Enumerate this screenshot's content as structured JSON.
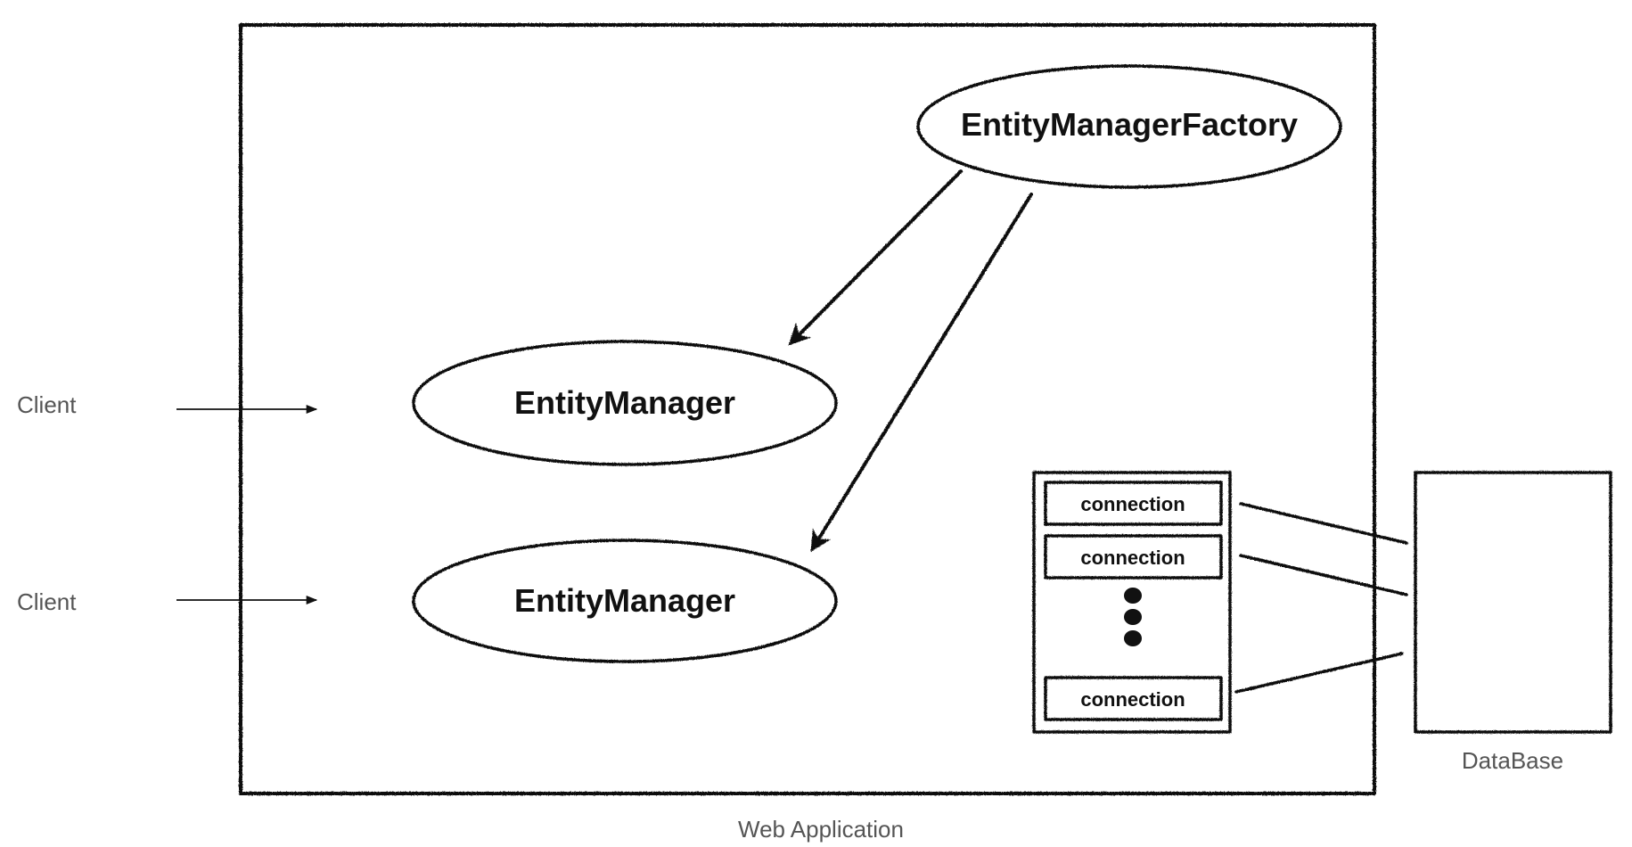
{
  "labels": {
    "web_application": "Web Application",
    "database": "DataBase",
    "client_1": "Client",
    "client_2": "Client"
  },
  "nodes": {
    "factory": "EntityManagerFactory",
    "manager_1": "EntityManager",
    "manager_2": "EntityManager"
  },
  "connection_pool": {
    "connections": [
      "connection",
      "connection",
      "connection"
    ]
  },
  "colors": {
    "stroke": "#111111",
    "muted_text": "#555555",
    "background": "#ffffff"
  }
}
